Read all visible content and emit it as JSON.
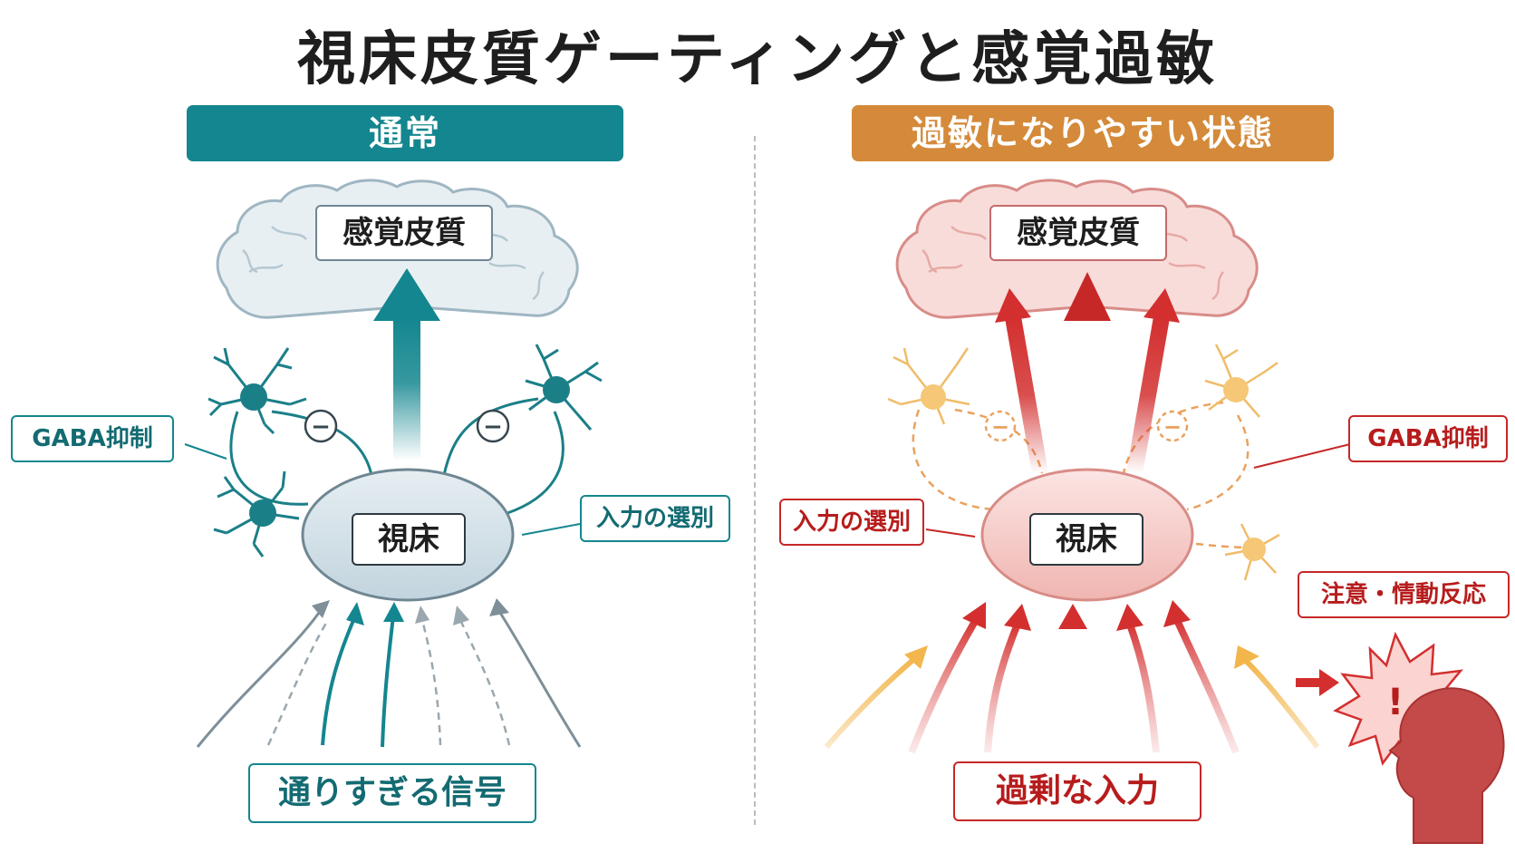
{
  "title": "視床皮質ゲーティングと感覚過敏",
  "left": {
    "header": "通常",
    "cortex": "感覚皮質",
    "thalamus": "視床",
    "gaba_label": "GABA抑制",
    "selection_label": "入力の選別",
    "bottom_label": "通りすぎる信号",
    "inhibit_symbol": "−"
  },
  "right": {
    "header": "過敏になりやすい状態",
    "cortex": "感覚皮質",
    "thalamus": "視床",
    "gaba_label": "GABA抑制",
    "selection_label": "入力の選別",
    "bottom_label": "過剰な入力",
    "attention_label": "注意・情動反応",
    "inhibit_symbol": "−",
    "alert_symbol": "!"
  },
  "colors": {
    "teal": "#14868f",
    "orange": "#d48a3a",
    "red": "#d32f2f",
    "light_red": "#f3c6c4",
    "light_blue": "#d6e3ea",
    "yellow": "#f2b64c"
  },
  "icons": [
    "brain-icon",
    "neuron-icon",
    "head-alert-icon",
    "inhibit-icon"
  ]
}
